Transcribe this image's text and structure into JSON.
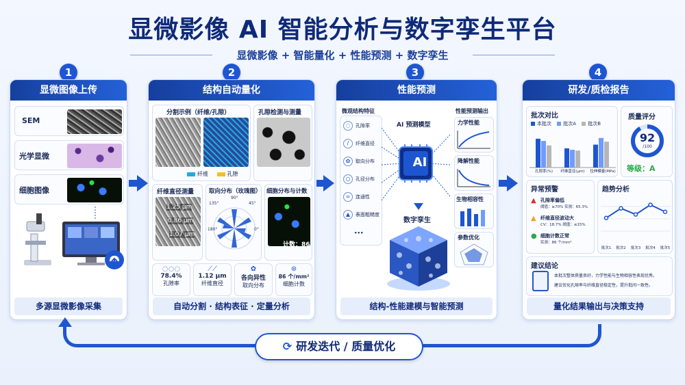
{
  "header": {
    "title": "显微影像 AI 智能分析与数字孪生平台",
    "subtitle": "显微影像 + 智能量化 + 性能预测 + 数字孪生"
  },
  "steps": [
    "1",
    "2",
    "3",
    "4"
  ],
  "panel1": {
    "title": "显微图像上传",
    "rows": [
      "SEM",
      "光学显微",
      "细胞图像"
    ],
    "footer": "多源显微影像采集"
  },
  "panel2": {
    "title": "结构自动量化",
    "seg_title": "分割示例（纤维/孔隙）",
    "pore_title": "孔隙检测与测量",
    "legend": [
      "纤维",
      "孔隙"
    ],
    "fiber_title": "纤维直径测量",
    "fiber_values": [
      "1.25 μm",
      "0.86 μm",
      "1.07 μm"
    ],
    "rose_title": "取向分布（玫瑰图）",
    "rose_angles": [
      "90°",
      "45°",
      "135°",
      "180°",
      "0°"
    ],
    "cell_title": "细胞分布与计数",
    "cell_count": "计数：86",
    "metrics": [
      {
        "value": "78.4%",
        "label": "孔隙率"
      },
      {
        "value": "1.12 μm",
        "label": "纤维直径"
      },
      {
        "value": "各向异性",
        "label": "取向分布"
      },
      {
        "value": "86 个/mm²",
        "label": "细胞计数"
      }
    ],
    "footer": "自动分割 · 结构表征 · 定量分析"
  },
  "panel3": {
    "title": "性能预测",
    "features_title": "微观结构特征",
    "features": [
      "孔隙率",
      "纤维直径",
      "取向分布",
      "孔径分布",
      "连通性",
      "表面粗糙度",
      "•••"
    ],
    "model_title": "AI 预测模型",
    "chip": "AI",
    "outputs_title": "性能预测输出",
    "outputs": [
      "力学性能",
      "降解性能",
      "生物相容性",
      "参数优化"
    ],
    "twin_title": "数字孪生",
    "footer": "结构-性能建模与智能预测"
  },
  "panel4": {
    "title": "研发/质检报告",
    "compare_title": "批次对比",
    "compare_legend": [
      "本批次",
      "批次A",
      "批次B"
    ],
    "compare_axis": [
      "孔隙率(%)",
      "纤维直径(μm)",
      "拉伸模量(MPa)"
    ],
    "score_title": "质量评分",
    "score": "92",
    "score_max": "/100",
    "grade": "等级：A",
    "alert_title": "异常预警",
    "alerts": [
      {
        "title": "孔隙率偏低",
        "detail": "阈值：≥70%   实测：65.3%"
      },
      {
        "title": "纤维直径波动大",
        "detail": "CV：18.7%   阈值：≤15%"
      },
      {
        "title": "细胞计数正常",
        "detail": "实测：86 个/mm²"
      }
    ],
    "trend_title": "趋势分析",
    "trend_x": [
      "批次1",
      "批次2",
      "批次3",
      "批次4",
      "批次5"
    ],
    "conclusion_title": "建议结论",
    "conclusion_lines": [
      "本批次整体质量良好，力学性能与生物相容性表现优秀。",
      "建议优化孔隙率与纤维直径稳定性，提升批间一致性。"
    ],
    "footer": "量化结果输出与决策支持"
  },
  "loop_label": "研发迭代 / 质量优化",
  "colors": {
    "primary": "#1e56d1",
    "dark": "#10297a",
    "accent_orange": "#f0a020",
    "green": "#2aa84a"
  },
  "chart_data": [
    {
      "type": "bar",
      "title": "批次对比",
      "categories": [
        "孔隙率(%)",
        "纤维直径(μm)",
        "拉伸模量(MPa)"
      ],
      "series": [
        {
          "name": "本批次",
          "values": [
            78,
            52,
            62
          ]
        },
        {
          "name": "批次A",
          "values": [
            72,
            48,
            80
          ]
        },
        {
          "name": "批次B",
          "values": [
            60,
            46,
            70
          ]
        }
      ]
    },
    {
      "type": "line",
      "title": "趋势分析",
      "categories": [
        "批次1",
        "批次2",
        "批次3",
        "批次4",
        "批次5"
      ],
      "series": [
        {
          "values": [
            52,
            74,
            60,
            82,
            66
          ]
        }
      ]
    }
  ]
}
